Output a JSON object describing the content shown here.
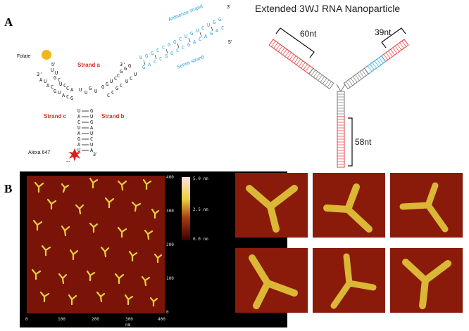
{
  "panel_a": {
    "letter": "A",
    "labels": {
      "folate": "Folate",
      "strand_a": "Strand a",
      "strand_b": "Strand b",
      "strand_c": "Strand c",
      "antisense": "Antisense strand",
      "sense": "Sense strand",
      "alexa": "Alexa 647"
    },
    "ends": {
      "five_prime": "5'",
      "three_prime": "3'"
    },
    "colors": {
      "red_label": "#d8322d",
      "blue_label": "#2aa3d6",
      "folate": "#f2b51c",
      "star": "#d91e1e"
    }
  },
  "diagram": {
    "title": "Extended 3WJ RNA Nanoparticle",
    "arm_left_label": "60nt",
    "arm_right_label": "39nt",
    "arm_bottom_label": "58nt",
    "colors": {
      "red": "#e4413f",
      "blue": "#2ea7dc",
      "gray": "#7a7a7a"
    }
  },
  "panel_b": {
    "letter": "B",
    "colorbar": {
      "max": "5.0 nm",
      "mid": "2.5 nm",
      "min": "0.0 nm"
    },
    "x_ticks": [
      "0",
      "100",
      "200",
      "300",
      "400"
    ],
    "x_unit": "nm",
    "y_ticks": [
      "400",
      "300",
      "200",
      "100",
      "0"
    ],
    "colors": {
      "background": "#7a1408",
      "particle": "#e8d23a"
    }
  }
}
